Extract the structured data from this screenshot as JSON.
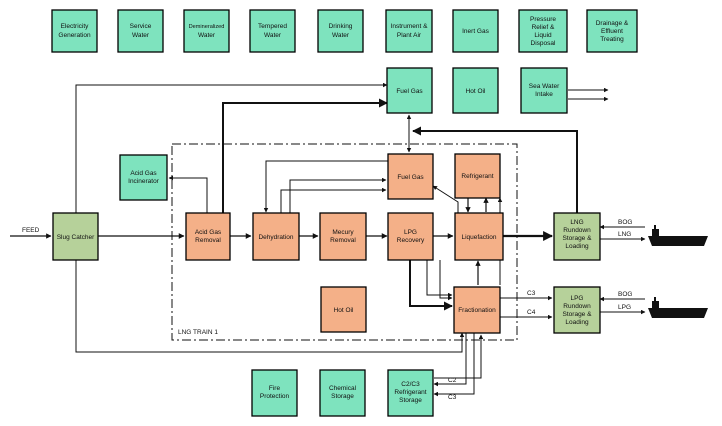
{
  "colors": {
    "utility": "#7ee3be",
    "process": "#f4b088",
    "storage": "#b6d19a",
    "line": "#111111"
  },
  "utilities_top": [
    {
      "id": "u1",
      "lines": [
        "Electricity",
        "Generation"
      ]
    },
    {
      "id": "u2",
      "lines": [
        "Service",
        "Water"
      ]
    },
    {
      "id": "u3",
      "lines": [
        "Demineralized",
        "Water"
      ]
    },
    {
      "id": "u4",
      "lines": [
        "Tempered",
        "Water"
      ]
    },
    {
      "id": "u5",
      "lines": [
        "Drinking",
        "Water"
      ]
    },
    {
      "id": "u6",
      "lines": [
        "Instrument &",
        "Plant Air"
      ]
    },
    {
      "id": "u7",
      "lines": [
        "Inert Gas"
      ]
    },
    {
      "id": "u8",
      "lines": [
        "Pressure",
        "Relief &",
        "Liquid",
        "Disposal"
      ]
    },
    {
      "id": "u9",
      "lines": [
        "Drainage &",
        "Effluent",
        "Treating"
      ]
    }
  ],
  "utilities_mid": [
    {
      "id": "fuel_gas_top",
      "lines": [
        "Fuel Gas"
      ]
    },
    {
      "id": "hot_oil_top",
      "lines": [
        "Hot Oil"
      ]
    },
    {
      "id": "seawater",
      "lines": [
        "Sea Water",
        "Intake"
      ]
    },
    {
      "id": "incinerator",
      "lines": [
        "Acid Gas",
        "Incinerator"
      ]
    }
  ],
  "utilities_bottom": [
    {
      "id": "fire",
      "lines": [
        "Fire",
        "Protection"
      ]
    },
    {
      "id": "chemical",
      "lines": [
        "Chemical",
        "Storage"
      ]
    },
    {
      "id": "c2c3",
      "lines": [
        "C2/C3",
        "Refrigerant",
        "Storage"
      ]
    }
  ],
  "process_units": [
    {
      "id": "acid_gas",
      "lines": [
        "Acid Gas",
        "Removal"
      ]
    },
    {
      "id": "dehydration",
      "lines": [
        "Dehydration"
      ]
    },
    {
      "id": "mercury",
      "lines": [
        "Mecury",
        "Removal"
      ]
    },
    {
      "id": "lpg_recovery",
      "lines": [
        "LPG",
        "Recovery"
      ]
    },
    {
      "id": "fuel_gas_inner",
      "lines": [
        "Fuel Gas"
      ]
    },
    {
      "id": "refrigerant",
      "lines": [
        "Refrigerant"
      ]
    },
    {
      "id": "liquefaction",
      "lines": [
        "Liquefaction"
      ]
    },
    {
      "id": "fractionation",
      "lines": [
        "Fractionation"
      ]
    },
    {
      "id": "hot_oil_inner",
      "lines": [
        "Hot Oil"
      ]
    }
  ],
  "storage_units": [
    {
      "id": "slug",
      "lines": [
        "Slug Catcher"
      ]
    },
    {
      "id": "lng_storage",
      "lines": [
        "LNG",
        "Rundown",
        "Storage &",
        "Loading"
      ]
    },
    {
      "id": "lpg_storage",
      "lines": [
        "LPG",
        "Rundown",
        "Storage &",
        "Loading"
      ]
    }
  ],
  "train_label": "LNG TRAIN 1",
  "stream_labels": {
    "feed": "FEED",
    "bog_lng": "BOG",
    "lng": "LNG",
    "bog_lpg": "BOG",
    "lpg": "LPG",
    "c3": "C3",
    "c4": "C4",
    "c2": "C2",
    "c3_bottom": "C3"
  },
  "icons": [
    "lng-tanker-ship-icon",
    "lpg-tanker-ship-icon"
  ]
}
